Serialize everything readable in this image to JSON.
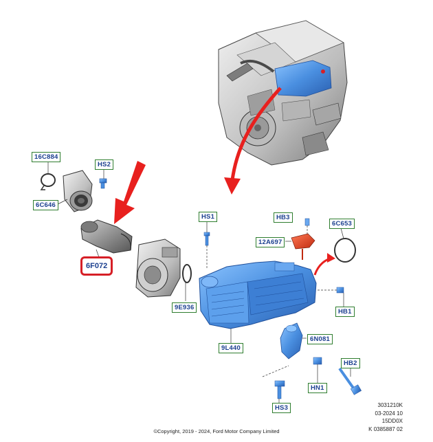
{
  "callouts": {
    "c16C884": "16C884",
    "c6C646": "6C646",
    "cHS2": "HS2",
    "c6F072": "6F072",
    "c9E936": "9E936",
    "cHS1": "HS1",
    "cHB3": "HB3",
    "c6C653": "6C653",
    "c12A697": "12A697",
    "cHB1": "HB1",
    "c9L440": "9L440",
    "c6N081": "6N081",
    "cHB2": "HB2",
    "cHN1": "HN1",
    "cHS3": "HS3"
  },
  "meta": {
    "line1": "3031210K",
    "line2": "03-2024 10",
    "line3": "15DD0X",
    "line4": "K 0385887 02"
  },
  "copyright": "©Copyright, 2019 - 2024, Ford Motor Company Limited",
  "colors": {
    "callout_border": "#2e7d2e",
    "callout_text": "#1b3f8f",
    "highlight": "#d61f26",
    "part_blue": "#4a8fe0",
    "arrow_red": "#e8201e"
  }
}
